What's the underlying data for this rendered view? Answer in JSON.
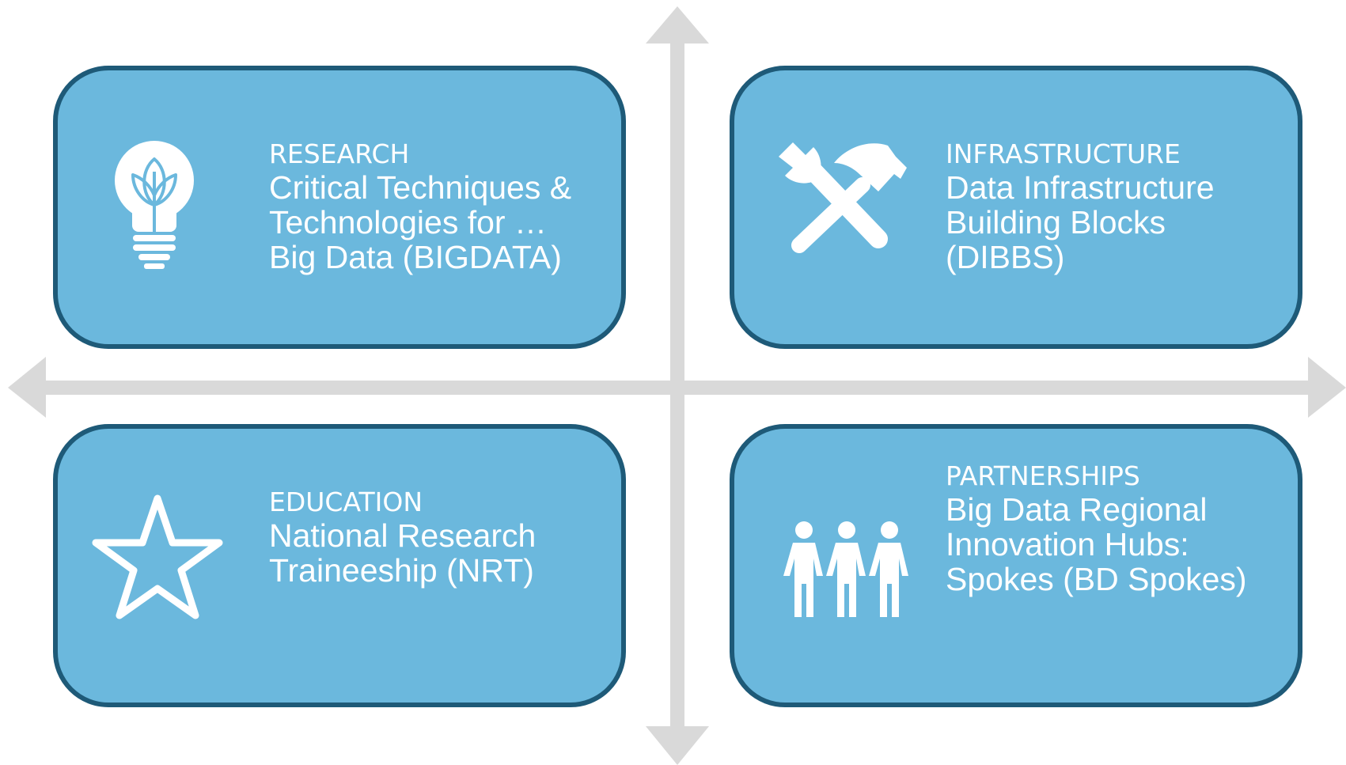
{
  "colors": {
    "card_fill": "#6bb8dd",
    "card_border": "#1e5a78",
    "arrow": "#d9d9d9",
    "text": "#ffffff"
  },
  "quadrants": {
    "research": {
      "category": "RESEARCH",
      "program_lines": [
        "Critical Techniques &",
        "Technologies for …",
        "Big Data (BIGDATA)"
      ],
      "icon": "lightbulb-leaf-icon"
    },
    "infrastructure": {
      "category": "INFRASTRUCTURE",
      "program_lines": [
        "Data Infrastructure",
        "Building Blocks",
        "(DIBBS)"
      ],
      "icon": "wrench-hammer-icon"
    },
    "education": {
      "category": "EDUCATION",
      "program_lines": [
        "National Research",
        "Traineeship (NRT)"
      ],
      "icon": "star-outline-icon"
    },
    "partnerships": {
      "category": "PARTNERSHIPS",
      "program_lines": [
        "Big Data Regional",
        "Innovation Hubs:",
        "Spokes (BD Spokes)"
      ],
      "icon": "people-group-icon"
    }
  }
}
